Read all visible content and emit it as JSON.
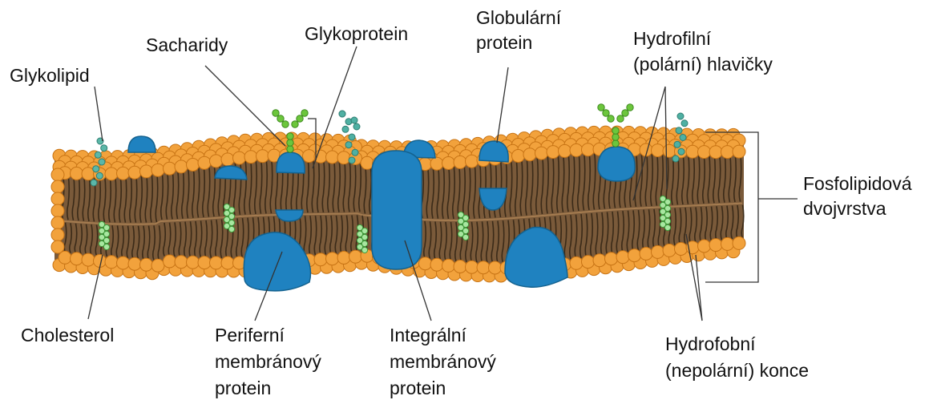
{
  "labels": {
    "glycolipid": [
      "Glykolipid"
    ],
    "saccharides": [
      "Sacharidy"
    ],
    "glycoprotein": [
      "Glykoprotein"
    ],
    "globular_protein": [
      "Globulární",
      "protein"
    ],
    "hydrophilic_heads": [
      "Hydrofilní",
      "(polární) hlavičky"
    ],
    "bilayer": [
      "Fosfolipidová",
      "dvojvrstva"
    ],
    "cholesterol": [
      "Cholesterol"
    ],
    "peripheral_protein": [
      "Periferní",
      "membránový",
      "protein"
    ],
    "integral_protein": [
      "Integrální",
      "membránový",
      "protein"
    ],
    "hydrophobic_tails": [
      "Hydrofobní",
      "(nepolární) konce"
    ]
  },
  "colors": {
    "head": "#f2a23c",
    "head_stroke": "#c87415",
    "tail": "#3a2a18",
    "tail_fill": "#7a5a3a",
    "protein": "#1f82c0",
    "protein_stroke": "#14628f",
    "sugar": "#6cc63c",
    "sugar_stroke": "#3e8a1f",
    "cholesterol": "#a8e6a0",
    "cholesterol_stroke": "#3e9a3a",
    "text": "#111111",
    "leader": "#333333"
  }
}
